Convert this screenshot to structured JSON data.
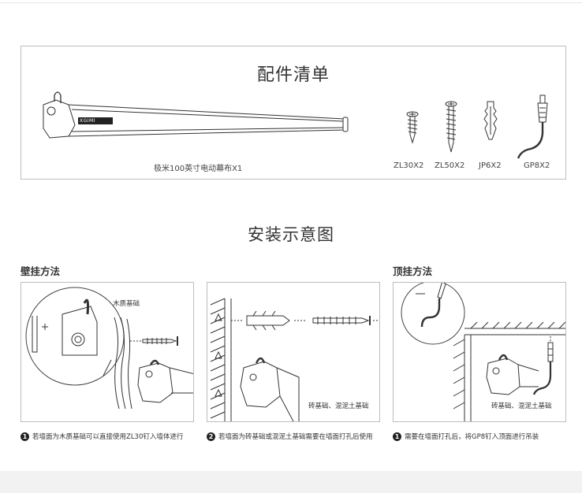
{
  "parts": {
    "title": "配件清单",
    "screen_label": "极米100英寸电动幕布X1",
    "brand": "XGIMI",
    "items": [
      {
        "label": "ZL30X2",
        "icon": "screw-short-icon"
      },
      {
        "label": "ZL50X2",
        "icon": "screw-long-icon"
      },
      {
        "label": "JP6X2",
        "icon": "wall-plug-icon"
      },
      {
        "label": "GP8X2",
        "icon": "hook-bolt-icon"
      }
    ]
  },
  "install": {
    "title": "安装示意图",
    "wall_heading": "壁挂方法",
    "ceiling_heading": "顶挂方法",
    "panels": [
      {
        "label": "木质基础"
      },
      {
        "label": "砖基础、混泥土基础"
      },
      {
        "label": "砖基础、混泥土基础"
      }
    ],
    "notes": [
      {
        "num": "1",
        "text": "若墙面为木质基础可以直接使用ZL30钉入墙体进行"
      },
      {
        "num": "2",
        "text": "若墙面为砖基础或混泥土基础需要在墙面打孔后使用"
      },
      {
        "num": "1",
        "text": "需要在墙面打孔后，将GP8钉入顶面进行吊装"
      }
    ]
  }
}
